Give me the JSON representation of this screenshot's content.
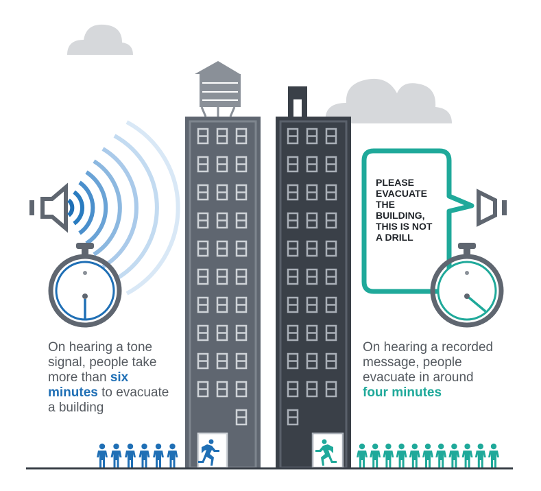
{
  "left_caption": {
    "before": "On hearing a tone signal, people take more than ",
    "highlight": "six minutes",
    "after": " to evacuate a building"
  },
  "right_caption": {
    "before": "On hearing a recorded message, people evacuate in around ",
    "highlight": "four minutes"
  },
  "speech_bubble": "PLEASE EVACUATE THE BUILDING, THIS IS NOT A DRILL",
  "colors": {
    "blue": "#1f6fb5",
    "teal": "#1fa99a",
    "building_left": "#5f6670",
    "building_right": "#3a4048",
    "cloud": "#d6d8db",
    "text": "#555a60"
  },
  "icons": {
    "left_speaker": "speaker-sound-waves-icon",
    "right_speaker": "speaker-icon",
    "stopwatch": "stopwatch-icon",
    "person": "person-icon",
    "running_person": "running-exit-icon"
  }
}
